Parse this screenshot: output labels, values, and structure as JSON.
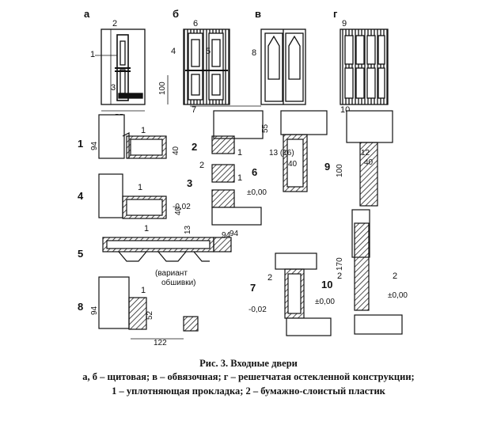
{
  "letters": {
    "a": "а",
    "b": "б",
    "v": "в",
    "g": "г"
  },
  "callouts": {
    "n1": "1",
    "n2": "2",
    "n3": "3",
    "n4": "4",
    "n5": "5",
    "n6": "6",
    "n7": "7",
    "n8": "8",
    "n9": "9",
    "n10": "10"
  },
  "dims": {
    "d55": "55",
    "d100": "100",
    "d94": "94",
    "d40": "40",
    "d13": "13",
    "d13p16": "13\n(16)",
    "d12": "12",
    "d52": "52",
    "d122": "122",
    "d170": "170",
    "zero": "±0,00",
    "minus": "-0,02"
  },
  "note": {
    "line1": "(вариант",
    "line2": "обшивки)"
  },
  "caption": {
    "title": "Рис. 3. Входные двери",
    "line1": "а, б – щитовая; в – обвязочная; г – решетчатая остекленной конструкции;",
    "line2": "1 – уплотняющая прокладка; 2 – бумажно-слоистый пластик"
  }
}
